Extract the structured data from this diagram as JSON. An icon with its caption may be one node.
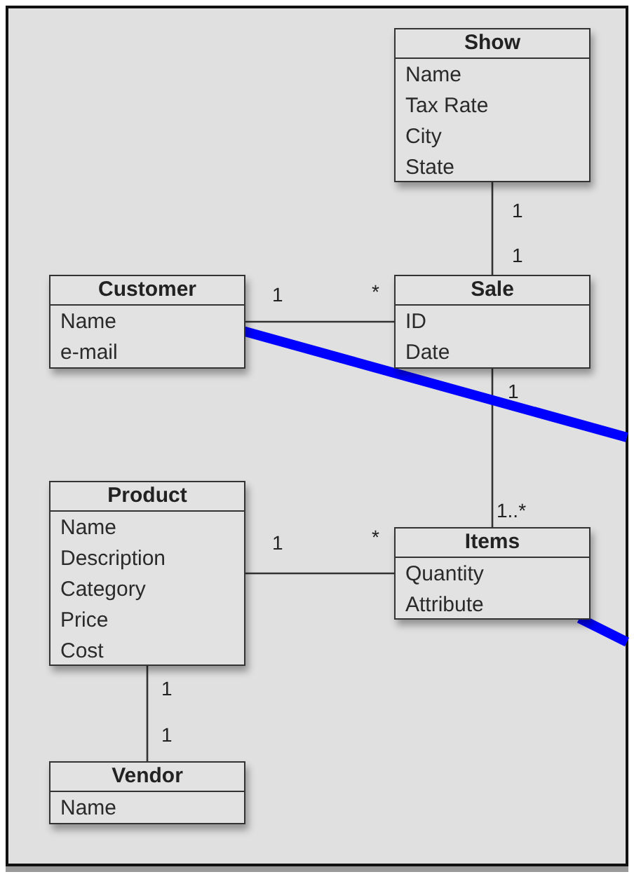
{
  "diagram": {
    "nodes": [
      {
        "text": [
          "Show",
          "Name",
          "Tax Rate",
          "City",
          "State"
        ]
      },
      {
        "text": [
          "Customer",
          "Name",
          "e-mail"
        ]
      },
      {
        "text": [
          "Sale",
          "ID",
          "Date"
        ]
      },
      {
        "text": [
          "Product",
          "Name",
          "Description",
          "Category",
          "Price",
          "Cost"
        ]
      },
      {
        "text": [
          "Items",
          "Quantity",
          "Attribute"
        ]
      },
      {
        "text": [
          "Vendor",
          "Name"
        ]
      }
    ],
    "edges": [
      {
        "from": 0,
        "to": 2,
        "arrow": "none"
      },
      {
        "from": 1,
        "to": 2,
        "arrow": "none"
      },
      {
        "from": 2,
        "to": 4,
        "arrow": "none"
      },
      {
        "from": 3,
        "to": 4,
        "arrow": "none"
      },
      {
        "from": 3,
        "to": 5,
        "arrow": "none"
      },
      {
        "from": 1,
        "to": null,
        "arrow": "none",
        "style": "thick",
        "color": "#0000ff"
      },
      {
        "from": 4,
        "to": null,
        "arrow": "none",
        "style": "thick",
        "color": "#0000ff"
      }
    ],
    "labels": [
      "1",
      "1",
      "1",
      "*",
      "1",
      "1..*",
      "1",
      "*",
      "1",
      "1"
    ]
  }
}
